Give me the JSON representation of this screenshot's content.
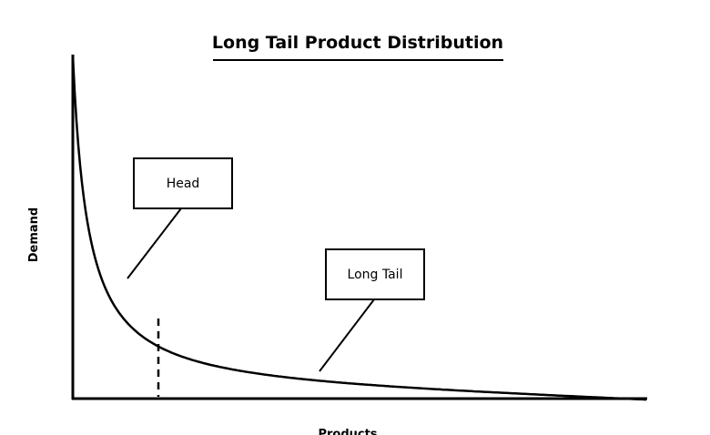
{
  "title": "Long Tail Product Distribution",
  "axes": {
    "x_label": "Products",
    "y_label": "Demand"
  },
  "callouts": {
    "head": "Head",
    "long_tail": "Long Tail"
  }
}
